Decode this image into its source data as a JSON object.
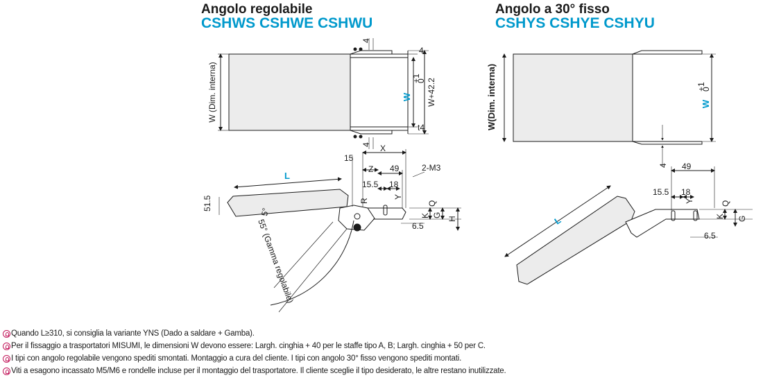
{
  "left": {
    "title": "Angolo regolabile",
    "codes": "CSHWS CSHWE CSHWU",
    "labels": {
      "w_internal": "W (Dim. interna)",
      "w_tol": "W",
      "w_plus": "W+42.2",
      "dim_4_top": "4",
      "dim_4_right": "4",
      "dim_t4": "t4",
      "dim_4_bottom": "4",
      "dim_x": "X",
      "dim_15": "15",
      "dim_z": "Z",
      "dim_49": "49",
      "dim_2m3": "2-M3",
      "dim_155": "15.5",
      "dim_18": "18",
      "dim_l": "L",
      "dim_515": "51.5",
      "dim_r": "R",
      "dim_y": "Y",
      "dim_q": "Q",
      "dim_k": "K",
      "dim_g": "G",
      "dim_h": "H",
      "dim_65": "6.5",
      "dim_5deg": "5°",
      "range": "55° (Gamma regolabile)"
    }
  },
  "right": {
    "title": "Angolo a 30° fisso",
    "codes": "CSHYS CSHYE CSHYU",
    "labels": {
      "w_internal": "W(Dim. interna)",
      "w_tol": "W",
      "dim_4": "4",
      "dim_49": "49",
      "dim_155": "15.5",
      "dim_18": "18",
      "dim_y": "Y",
      "dim_q": "Q",
      "dim_k": "K",
      "dim_g": "G",
      "dim_65": "6.5",
      "dim_l": "L"
    }
  },
  "tolerance": {
    "upper": "+1",
    "lower": "0"
  },
  "notes": [
    "Quando L≥310, si consiglia la variante YNS (Dado a saldare + Gamba).",
    "Per il fissaggio a trasportatori MISUMI, le dimensioni W devono essere: Largh. cinghia + 40 per le staffe tipo A, B; Largh. cinghia + 50 per C.",
    "I tipi con angolo regolabile vengono spediti smontati. Montaggio a cura del cliente. I tipi con angolo 30° fisso vengono spediti montati.",
    "Viti a esagono incassato M5/M6 e rondelle incluse per il montaggio del trasportatore. Il cliente sceglie il tipo desiderato, le altre restano inutilizzate."
  ],
  "colors": {
    "accent": "#0099cc",
    "note_icon": "#c2185b",
    "fill": "#ececec"
  }
}
